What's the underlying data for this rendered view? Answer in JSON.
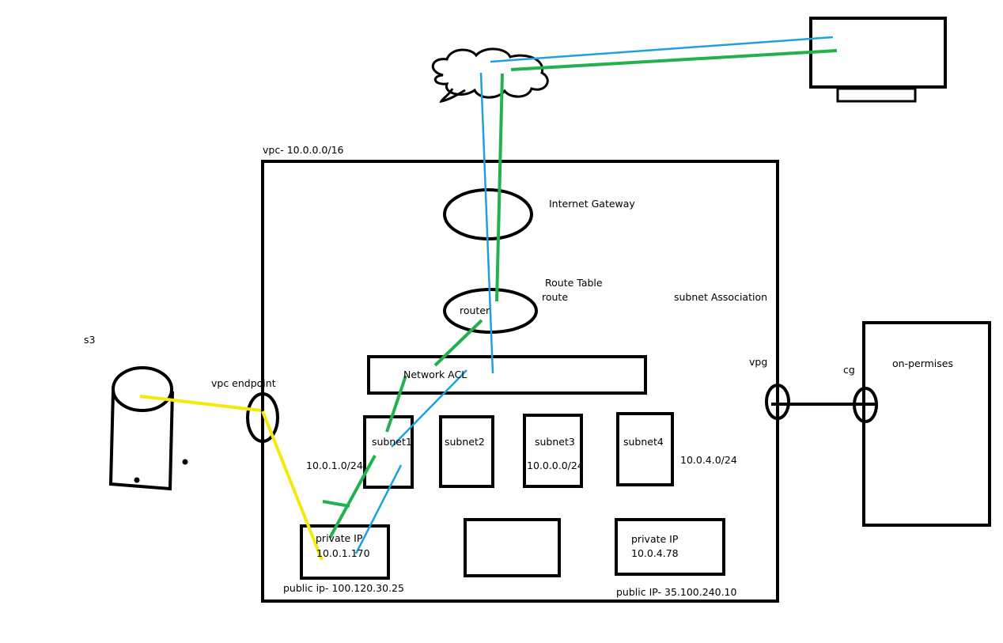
{
  "labels": {
    "vpc": "vpc- 10.0.0.0/16",
    "internet_gateway": "Internet Gateway",
    "route_table": "Route Table",
    "route": "route",
    "router": "router",
    "subnet_association": "subnet Association",
    "network_acl": "Network ACL",
    "subnet1": "subnet1",
    "subnet2": "subnet2",
    "subnet3": "subnet3",
    "subnet4": "subnet4",
    "subnet1_cidr": "10.0.1.0/24",
    "subnet3_cidr": "10.0.0.0/24",
    "subnet4_cidr": "10.0.4.0/24",
    "s3": "s3",
    "vpc_endpoint": "vpc endpoint",
    "vpg": "vpg",
    "cg": "cg",
    "on_premises": "on-permises",
    "instance1_private_ip_label": "private IP",
    "instance1_private_ip": "10.0.1.170",
    "instance1_public_ip": "public ip- 100.120.30.25",
    "instance3_private_ip_label": "private IP",
    "instance3_private_ip": "10.0.4.78",
    "instance3_public_ip": "public IP- 35.100.240.10"
  },
  "colors": {
    "outline": "#000000",
    "blue_path": "#1e9fe0",
    "green_path": "#22b14c",
    "yellow_path": "#f5e90a"
  }
}
